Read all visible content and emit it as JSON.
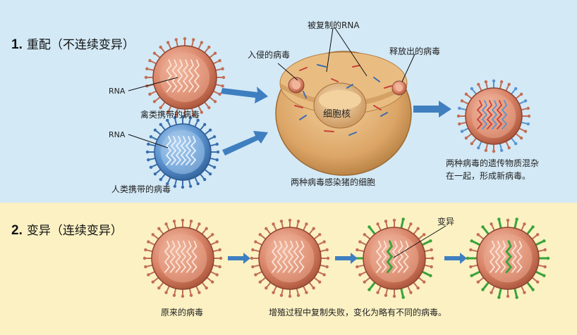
{
  "section1": {
    "number": "1.",
    "title": "重配（不连续变异）"
  },
  "section2": {
    "number": "2.",
    "title": "变异（连续变异）"
  },
  "labels": {
    "rna_top": "RNA",
    "avian_virus": "禽类携带的病毒",
    "rna_bottom": "RNA",
    "human_virus": "人类携带的病毒",
    "invading_virus": "入侵的病毒",
    "copied_rna": "被复制的RNA",
    "released_virus": "释放出的病毒",
    "nucleus": "细胞核",
    "pig_cell": "两种病毒感染猪的细胞",
    "new_virus_line1": "两种病毒的遗传物质混杂",
    "new_virus_line2": "在一起，形成新病毒。",
    "mutation": "变异",
    "original_virus": "原来的病毒",
    "replication_fail": "增殖过程中复制失败，变化为略有不同的病毒。"
  },
  "colors": {
    "top_panel": "#d3e9f6",
    "bottom_panel": "#fbf1c3",
    "arrow": "#3f7fc0",
    "avian_virus": "#d97a60",
    "human_virus": "#5b93cf",
    "mutation_spike": "#3aa33a"
  }
}
